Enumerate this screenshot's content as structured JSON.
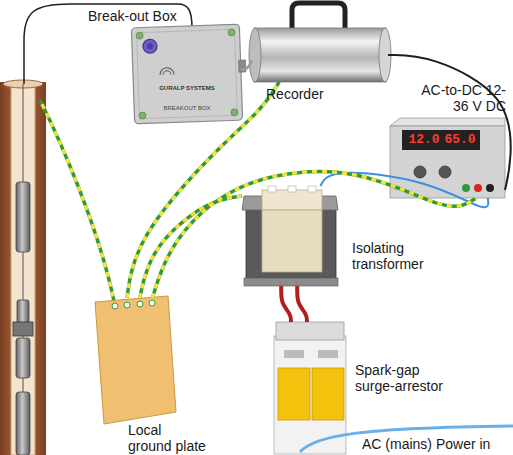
{
  "diagram": {
    "nodes": [
      {
        "text": [
          "Break-out Box"
        ]
      },
      {
        "text": [
          "Recorder"
        ]
      },
      {
        "text": [
          "AC-to-DC 12-36 V DC"
        ]
      },
      {
        "text": [
          "Isolating transformer"
        ]
      },
      {
        "text": [
          "Spark-gap surge-arrestor"
        ]
      },
      {
        "text": [
          "Local ground plate"
        ]
      }
    ],
    "edges": [
      {
        "from": 0,
        "to": 1,
        "arrow": "none"
      },
      {
        "from": 1,
        "to": 2,
        "arrow": "none"
      },
      {
        "from": 2,
        "to": 3,
        "arrow": "none"
      },
      {
        "from": 3,
        "to": 4,
        "arrow": "none"
      },
      {
        "from": 5,
        "to": 1,
        "arrow": "none"
      },
      {
        "from": 5,
        "to": 3,
        "arrow": "none"
      },
      {
        "from": 5,
        "to": 2,
        "arrow": "none"
      }
    ],
    "labels": [
      "12.0",
      "65.0",
      "GURALP SYSTEMS",
      "BREAKOUT BOX",
      "AC (mains) Power in"
    ]
  }
}
